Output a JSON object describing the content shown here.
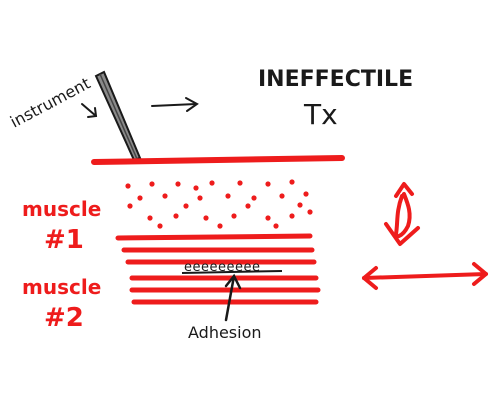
{
  "labels": {
    "instrument": "instrument",
    "title_line1": "INEFFECTILE",
    "title_line2": "Tx",
    "muscle1_line1": "muscle",
    "muscle1_line2": "#1",
    "muscle2_line1": "muscle",
    "muscle2_line2": "#2",
    "adhesion": "Adhesion",
    "adhesion_marks": "eeeeeeeee"
  },
  "colors": {
    "ink": "#1a1a1a",
    "muscle_red": "#ee1c1c",
    "background": "#ffffff"
  }
}
